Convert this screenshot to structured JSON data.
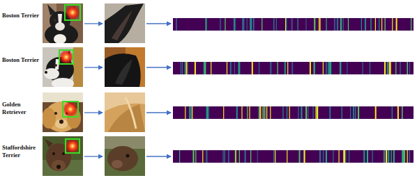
{
  "diagram": {
    "labels": [
      "Boston Terrier",
      "Boston Terrier",
      "Golden Retriever",
      "Staffordshire Terrier"
    ]
  }
}
